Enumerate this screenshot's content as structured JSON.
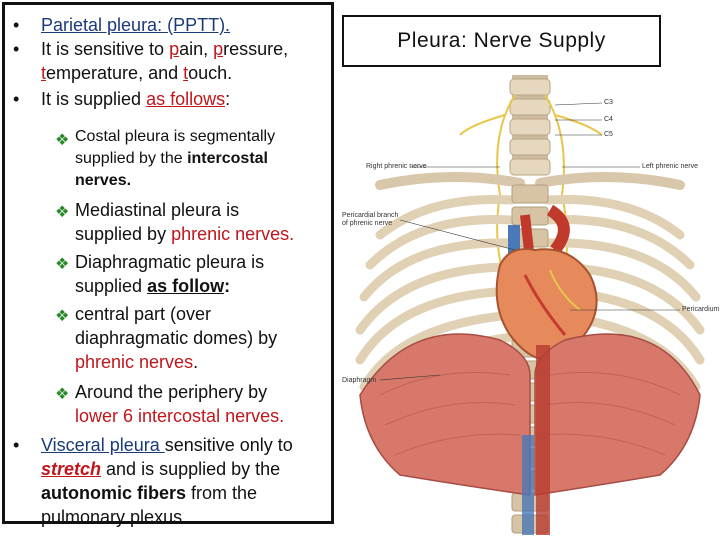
{
  "title": "Pleura: Nerve Supply",
  "bullets": {
    "b1": "Parietal pleura: (PPTT).",
    "b2_pre": "It is sensitive to ",
    "b2_p": "p",
    "b2_ain": "ain, ",
    "b2_p2": "p",
    "b2_ressure": "ressure,",
    "b2_t": "t",
    "b2_emp": "emperature, and ",
    "b2_t2": "t",
    "b2_ouch": "ouch.",
    "b3_pre": "It is supplied ",
    "b3_u": "as follows",
    "b3_post": ":",
    "s1_l1": "Costal pleura is segmentally",
    "s1_l2a": "supplied by the ",
    "s1_l2b": "intercostal",
    "s1_l3": "nerves.",
    "s2_l1": "Mediastinal pleura is",
    "s2_l2a": "supplied by ",
    "s2_l2b": "phrenic nerves.",
    "s3_l1": "Diaphragmatic pleura is",
    "s3_l2a": "supplied ",
    "s3_l2b": "as follow",
    "s3_l2c": ":",
    "s4_l1": "central part (over",
    "s4_l2": "diaphragmatic domes) by",
    "s4_l3a": "phrenic nerves",
    "s4_l3b": ".",
    "s5_l1": "Around the periphery by",
    "s5_l2": "lower 6 intercostal nerves.",
    "b4_l1a": "Visceral pleura ",
    "b4_l1b": "sensitive only to",
    "b4_l2a": "stretch",
    "b4_l2b": " and is supplied by the",
    "b4_l3a": "autonomic fibers",
    "b4_l3b": " from the",
    "b4_l4": "pulmonary plexus."
  },
  "figure_labels": {
    "c3": "C3",
    "c4": "C4",
    "c5": "C5",
    "right_phrenic": "Right phrenic nerve",
    "left_phrenic": "Left phrenic nerve",
    "pericardial_1": "Pericardial branch",
    "pericardial_2": "of phrenic nerve",
    "pericardium": "Pericardium",
    "diaphragm": "Diaphragm"
  },
  "glyphs": {
    "bullet": "•",
    "diamond": "❖"
  },
  "colors": {
    "red": "#c0161c",
    "navy": "#1a3a7a",
    "green": "#2a8a2a"
  }
}
